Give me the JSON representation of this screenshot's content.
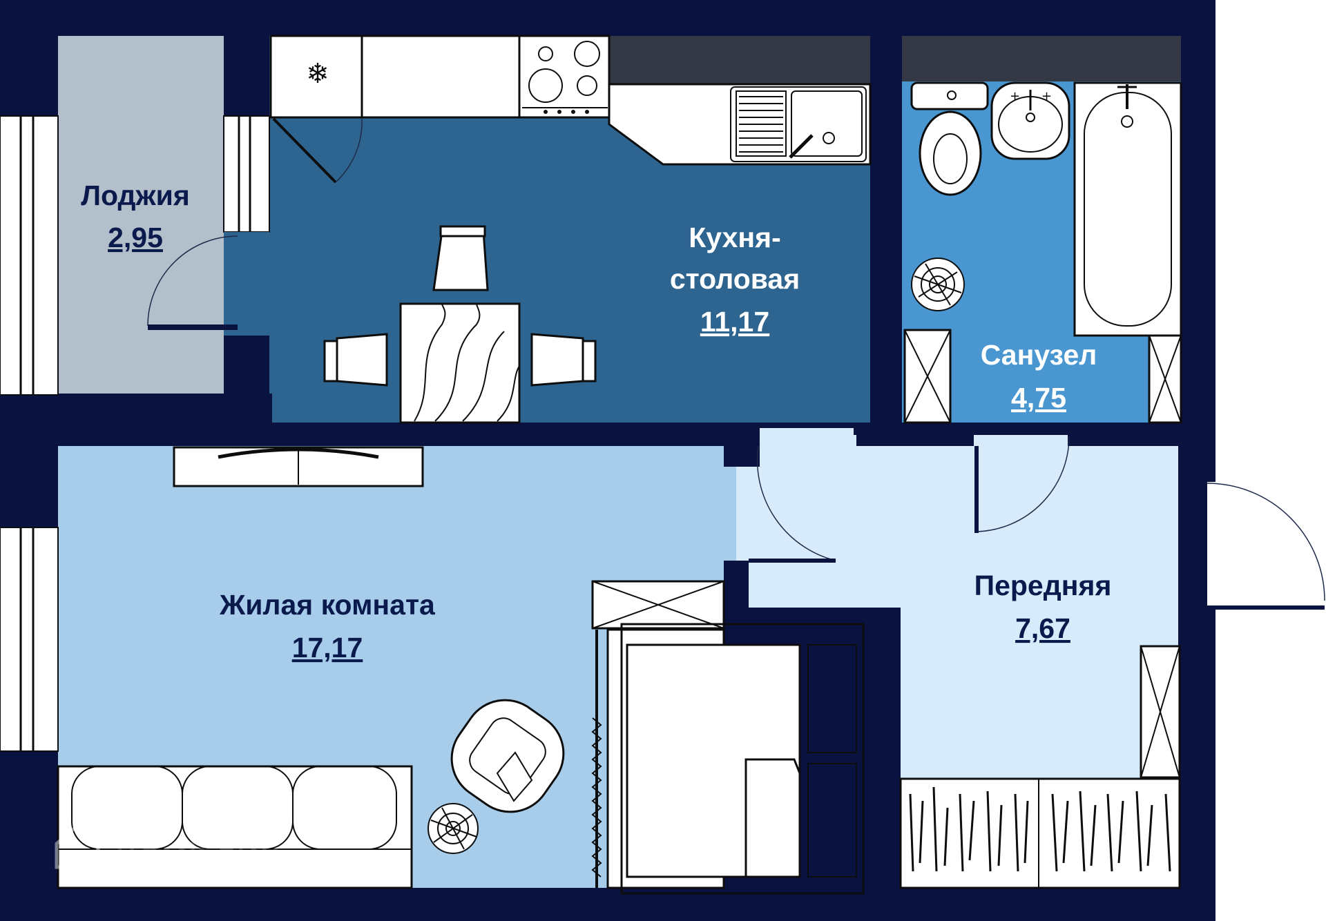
{
  "colors": {
    "wall": "#0a1340",
    "loggia": "#b3bfca",
    "kitchen": "#2e6590",
    "bathroom": "#4a96d1",
    "living": "#a8cdea",
    "hall": "#d7ebfb",
    "counter": "#343845"
  },
  "rooms": {
    "loggia": {
      "name": "Лоджия",
      "area": "2,95"
    },
    "kitchen": {
      "name_line1": "Кухня-",
      "name_line2": "столовая",
      "area": "11,17"
    },
    "bathroom": {
      "name": "Санузел",
      "area": "4,75"
    },
    "living": {
      "name": "Жилая комната",
      "area": "17,17"
    },
    "hall": {
      "name": "Передняя",
      "area": "7,67"
    }
  },
  "watermark": {
    "text": "ДомКлик"
  },
  "icons": {
    "fridge": "snowflake-icon",
    "stove": "stove-burners-icon",
    "sink": "kitchen-sink-icon",
    "toilet": "toilet-icon",
    "washbasin": "washbasin-icon",
    "bathtub": "bathtub-icon",
    "plant": "plant-icon",
    "sofa": "sofa-icon",
    "armchair": "armchair-icon",
    "bed": "bed-icon",
    "wardrobe": "wardrobe-icon",
    "table": "dining-table-icon",
    "chair": "chair-icon",
    "window": "window-icon",
    "door": "door-icon"
  }
}
